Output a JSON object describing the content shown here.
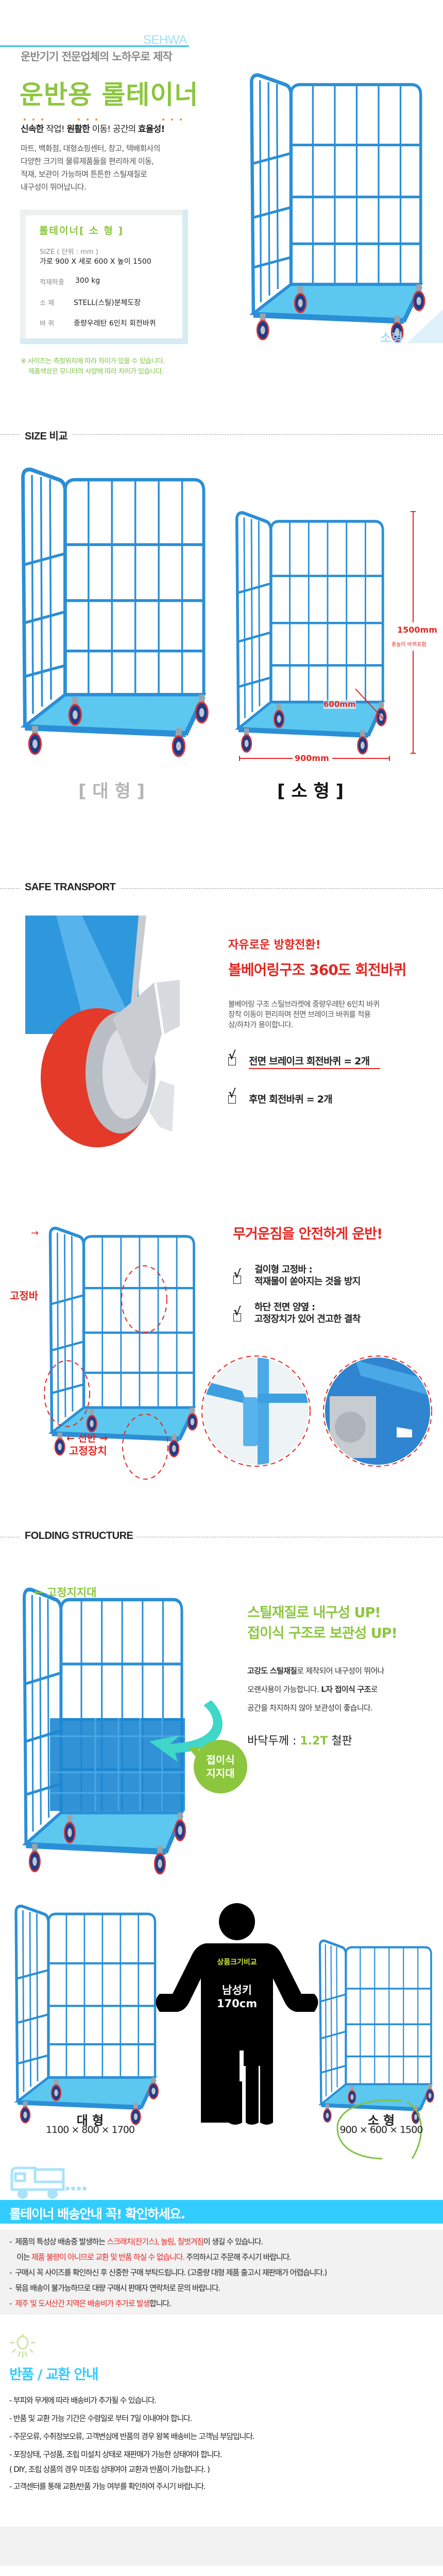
{
  "brand": "SEHWA",
  "header": {
    "subtitle": "운반기기 전문업체의 노하우로 제작",
    "title": "운반용 롤테이너",
    "tagline": [
      {
        "text": "신속한",
        "bold": true
      },
      {
        "text": " 작업! ",
        "bold": false
      },
      {
        "text": "원활한",
        "bold": true
      },
      {
        "text": " 이동! 공간의 ",
        "bold": false
      },
      {
        "text": "효율성!",
        "bold": true
      }
    ],
    "description": [
      "마트, 백화점, 대형쇼핑센터, 창고, 택배회사의",
      "다양한 크기의 물류제품들을 편리하게 이동,",
      "적재, 보관이 가능하며 튼튼한 스틸재질로",
      "내구성이 뛰어납니다."
    ]
  },
  "spec": {
    "title": "롤테이너[ 소 형 ]",
    "size_label": "SIZE ( 단위 : mm )",
    "size_value": "가로 900  X  세로 600  X  높이 1500",
    "load_label": "적재하중",
    "load_value": "300 kg",
    "material_label": "소      재",
    "material_value": "STELL(스틸)분체도장",
    "wheel_label": "바      퀴",
    "wheel_value": "중량우레탄 6인치 회전바퀴"
  },
  "notes": [
    "※ 사이즈는 측정위치에 따라 차이가 있을 수 있습니다.",
    "제품색상은 모니터의 사양에 따라 차이가 있습니다."
  ],
  "hero_badge": "소형",
  "size_compare": {
    "heading": "SIZE 비교",
    "height": "1500mm",
    "height_note": "총높이 바퀴포함",
    "width": "900mm",
    "depth": "600mm",
    "large_label": "[ 대   형 ]",
    "small_label": "[ 소   형 ]"
  },
  "safe": {
    "heading": "SAFE TRANSPORT",
    "title1": "자유로운 방향전환!",
    "title2": "볼베어링구조 360도 회전바퀴",
    "body": [
      "볼베어링 구조 스틸브라켓에 중량우레탄 6인치 바퀴",
      "장착 이동이 편리하며 전면 브레이크 바퀴를 적용",
      "상/하차가 용이합니다."
    ],
    "checks": [
      "전면 브레이크 회전바퀴 = 2개",
      "후면 회전바퀴 = 2개"
    ]
  },
  "safe2": {
    "title": "무거운짐을 안전하게 운반!",
    "checks": [
      {
        "line1": "걸이형 고정바 :",
        "line2": "적재물이 쏟아지는 것을 방지"
      },
      {
        "line1": "하단 전면 양옆 :",
        "line2": "고정장치가 있어 견고한 결착"
      }
    ],
    "callout_bar": "고정바",
    "callout_shelf1": "← 선반 →",
    "callout_shelf2": "고정장치"
  },
  "folding": {
    "heading": "FOLDING STRUCTURE",
    "callout": "← 고정지지대",
    "title1": "스틸재질로 내구성 UP!",
    "title2": "접이식 구조로 보관성 UP!",
    "body": [
      [
        {
          "text": "고강도 스틸재질",
          "bold": true
        },
        {
          "text": "로 제작되어 내구성이 뛰어나",
          "bold": false
        }
      ],
      [
        {
          "text": "오랜사용이 가능합니다. ",
          "bold": false
        },
        {
          "text": "L자 접이식 구조",
          "bold": true
        },
        {
          "text": "로",
          "bold": false
        }
      ],
      [
        {
          "text": "공간을 차지하지 않아 보관성이 좋습니다.",
          "bold": false
        }
      ]
    ],
    "thickness_label": "바닥두께 : ",
    "thickness_value": "1.2T",
    "thickness_unit": " 철판",
    "bubble1": "접이식",
    "bubble2": "지지대"
  },
  "compare": {
    "shirt": "상품크기비교",
    "person1": "남성키",
    "person2": "170cm",
    "large_name": "대  형",
    "large_dims": "1100 × 800 × 1700",
    "small_name": "소  형",
    "small_dims": "900 × 600 × 1500"
  },
  "delivery": {
    "banner": "롤테이너 배송안내 꼭! 확인하세요.",
    "items": [
      [
        {
          "text": "-  제품의 특성상 배송중 발생하는 ",
          "red": false
        },
        {
          "text": "스크래치(잔기스), 눌림, 칠벗겨짐",
          "red": true
        },
        {
          "text": "이 생길 수 있습니다.",
          "red": false
        }
      ],
      [
        {
          "text": "    이는 ",
          "red": false
        },
        {
          "text": "제품 불량이 아니므로 교환 및 반품 하실 수 없습니다.",
          "red": true
        },
        {
          "text": " 주의하시고 주문해 주시기 바랍니다.",
          "red": false
        }
      ],
      [
        {
          "text": "-  구매시 꼭 사이즈를 확인하신 후 신중한 구매 부탁드립니다. (고중량 대형 제품 출고시 재판매가 어렵습니다.)",
          "red": false
        }
      ],
      [
        {
          "text": "-  묶음 배송이 불가능하므로 대량 구매시 판매자 연락처로 문의 바랍니다.",
          "red": false
        }
      ],
      [
        {
          "text": "-  ",
          "red": false
        },
        {
          "text": "제주 및 도서산간 지역은 배송비가 추가로 발생",
          "red": true
        },
        {
          "text": "합니다.",
          "red": false
        }
      ]
    ]
  },
  "returns": {
    "title": "반품 / 교환 안내",
    "items": [
      "-  부피와 무게에 따라 배송비가 추가될 수 있습니다.",
      "-  반품 및 교환 가능 기간은 수령일로 부터 7일 이내여야 합니다.",
      "-  주문오류, 수취정보오류, 고객변심에 반품의 경우 왕복 배송비는 고객님 부담입니다.",
      "-  포장상태, 구성품, 조립 미설치 상태로 재판매가 가능한 상태여야 합니다.",
      "    ( DIY, 조립 상품의 경우 미조립 상태여야 교환과 반품이 가능합니다. )",
      "-  고객센터를 통해 교환/반품 가능 여부를 확인하여 주시기 바랍니다."
    ]
  },
  "colors": {
    "accent_green": "#8cc63f",
    "accent_red": "#e52521",
    "accent_blue": "#33ccff",
    "cage_blue": "#2a8fd6",
    "floor_blue": "#5cc8f0"
  }
}
